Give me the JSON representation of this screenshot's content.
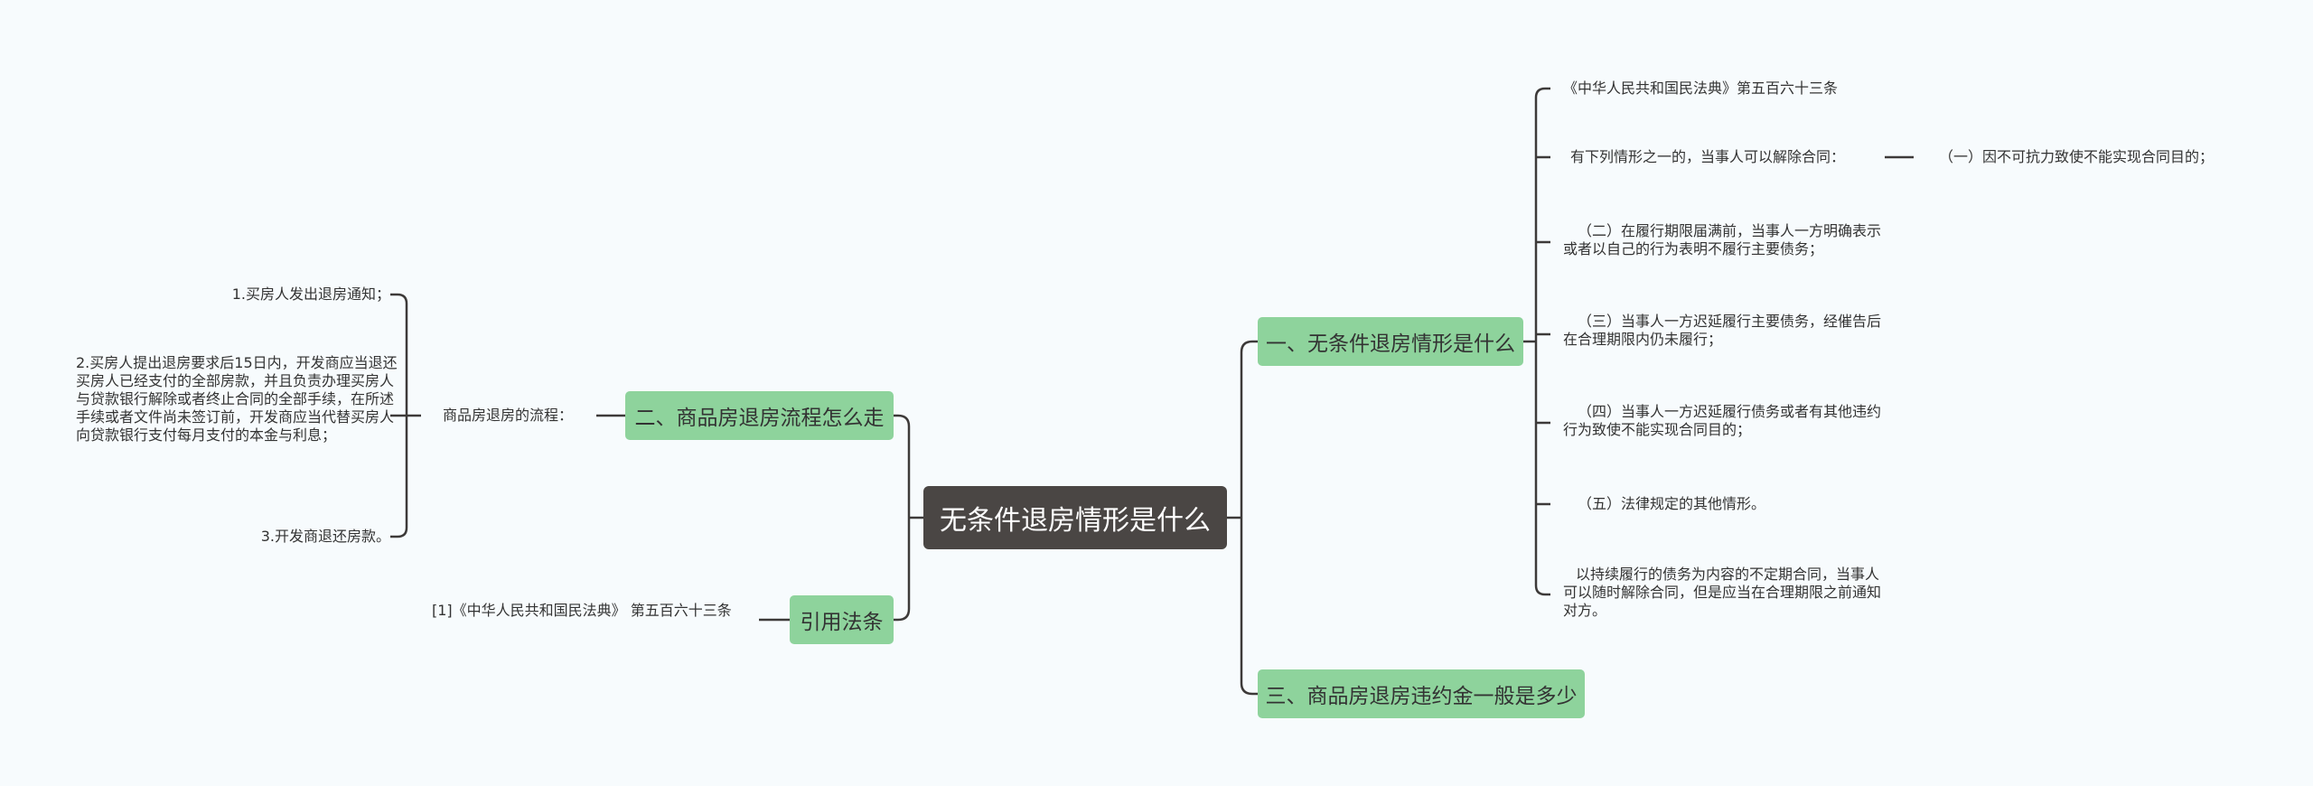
{
  "root": {
    "label": "无条件退房情形是什么"
  },
  "branches": {
    "b1": "一、无条件退房情形是什么",
    "b2": "二、商品房退房流程怎么走",
    "b3": "三、商品房退房违约金一般是多少",
    "b4": "引用法条"
  },
  "right_leaves": {
    "law": "《中华人民共和国民法典》第五百六十三条",
    "intro": "有下列情形之一的，当事人可以解除合同：",
    "item1": "（一）因不可抗力致使不能实现合同目的；",
    "item2": "（二）在履行期限届满前，当事人一方明确表示或者以自己的行为表明不履行主要债务；",
    "item3": "（三）当事人一方迟延履行主要债务，经催告后在合理期限内仍未履行；",
    "item4": "（四）当事人一方迟延履行债务或者有其他违约行为致使不能实现合同目的；",
    "item5": "（五）法律规定的其他情形。",
    "item6": "以持续履行的债务为内容的不定期合同，当事人可以随时解除合同，但是应当在合理期限之前通知对方。"
  },
  "left_leaves": {
    "process_label": "商品房退房的流程：",
    "step1": "1.买房人发出退房通知；",
    "step2": "2.买房人提出退房要求后15日内，开发商应当退还买房人已经支付的全部房款，并且负责办理买房人与贷款银行解除或者终止合同的全部手续，在所述手续或者文件尚未签订前，开发商应当代替买房人向贷款银行支付每月支付的本金与利息；",
    "step3": "3.开发商退还房款。",
    "citation": "[1]《中华人民共和国民法典》 第五百六十三条"
  },
  "colors": {
    "root_bg": "#4a4644",
    "branch_bg": "#8ed39c",
    "line": "#3d3a39",
    "background": "#f7fbfd"
  }
}
